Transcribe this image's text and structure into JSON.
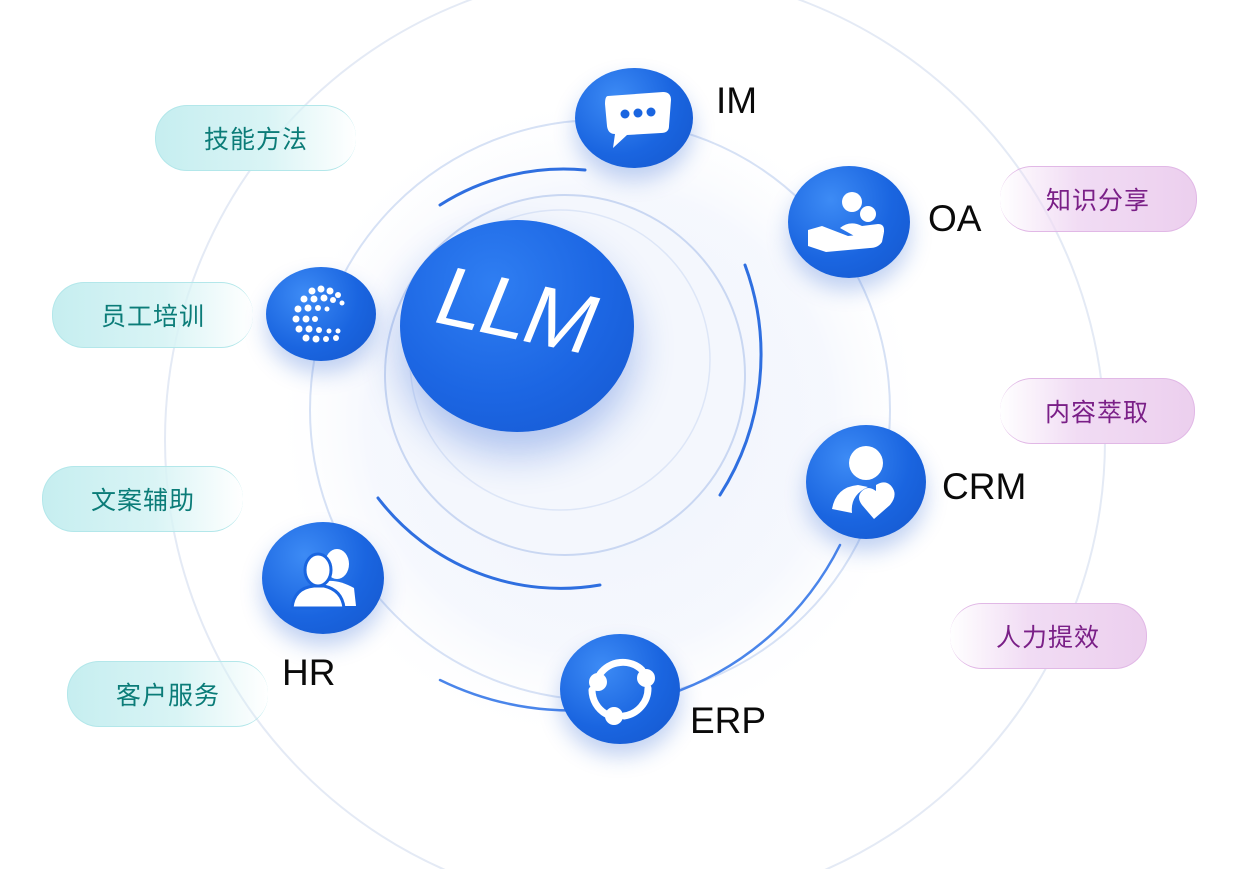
{
  "center": {
    "label": "LLM"
  },
  "systems": {
    "im": {
      "label": "IM",
      "icon": "chat-bubble-icon"
    },
    "oa": {
      "label": "OA",
      "icon": "hand-people-icon"
    },
    "crm": {
      "label": "CRM",
      "icon": "person-heart-icon"
    },
    "erp": {
      "label": "ERP",
      "icon": "share-nodes-icon"
    },
    "hr": {
      "label": "HR",
      "icon": "people-group-icon"
    },
    "dots": {
      "label": "",
      "icon": "dot-sphere-icon"
    }
  },
  "capabilities_left": [
    "技能方法",
    "员工培训",
    "文案辅助",
    "客户服务"
  ],
  "capabilities_right": [
    "知识分享",
    "内容萃取",
    "人力提效"
  ],
  "colors": {
    "node_blue": "#1a65e0",
    "left_pill_text": "#0b7c78",
    "right_pill_text": "#7a1f87"
  }
}
